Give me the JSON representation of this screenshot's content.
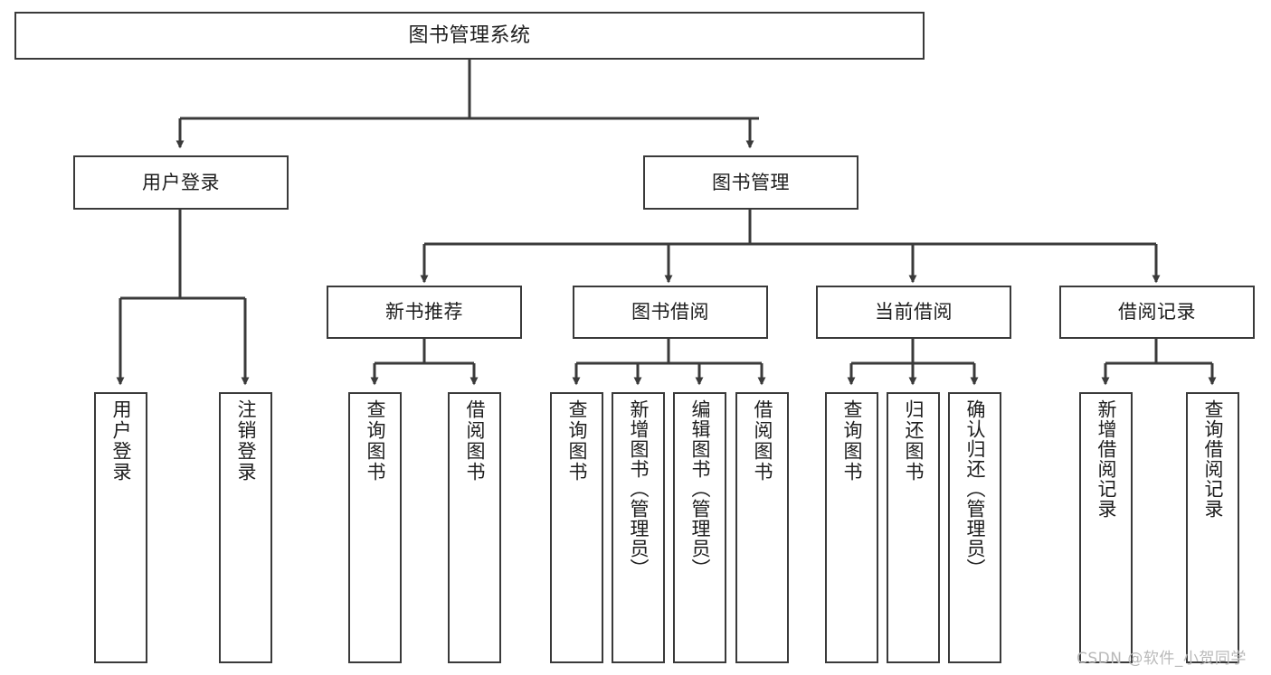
{
  "diagram": {
    "title": "图书管理系统",
    "type": "tree",
    "stroke_color": "#3a3a3a",
    "fill_color": "#ffffff",
    "text_color": "#1d1d1d",
    "watermark": "CSDN @软件_小贺同学",
    "nodes": {
      "root": {
        "label": "图书管理系统",
        "level": 0
      },
      "l1": [
        {
          "label": "用户登录",
          "level": 1
        },
        {
          "label": "图书管理",
          "level": 1
        }
      ],
      "l2": [
        {
          "label": "新书推荐",
          "level": 2
        },
        {
          "label": "图书借阅",
          "level": 2
        },
        {
          "label": "当前借阅",
          "level": 2
        },
        {
          "label": "借阅记录",
          "level": 2
        }
      ],
      "leaves": {
        "user_login": [
          {
            "label": "用户登录"
          },
          {
            "label": "注销登录"
          }
        ],
        "new_book_recommend": [
          {
            "label": "查询图书"
          },
          {
            "label": "借阅图书"
          }
        ],
        "book_borrow": [
          {
            "label": "查询图书"
          },
          {
            "label": "新增图书（管理员）"
          },
          {
            "label": "编辑图书（管理员）"
          },
          {
            "label": "借阅图书"
          }
        ],
        "current_borrow": [
          {
            "label": "查询图书"
          },
          {
            "label": "归还图书"
          },
          {
            "label": "确认归还（管理员）"
          }
        ],
        "borrow_record": [
          {
            "label": "新增借阅记录"
          },
          {
            "label": "查询借阅记录"
          }
        ]
      }
    }
  }
}
